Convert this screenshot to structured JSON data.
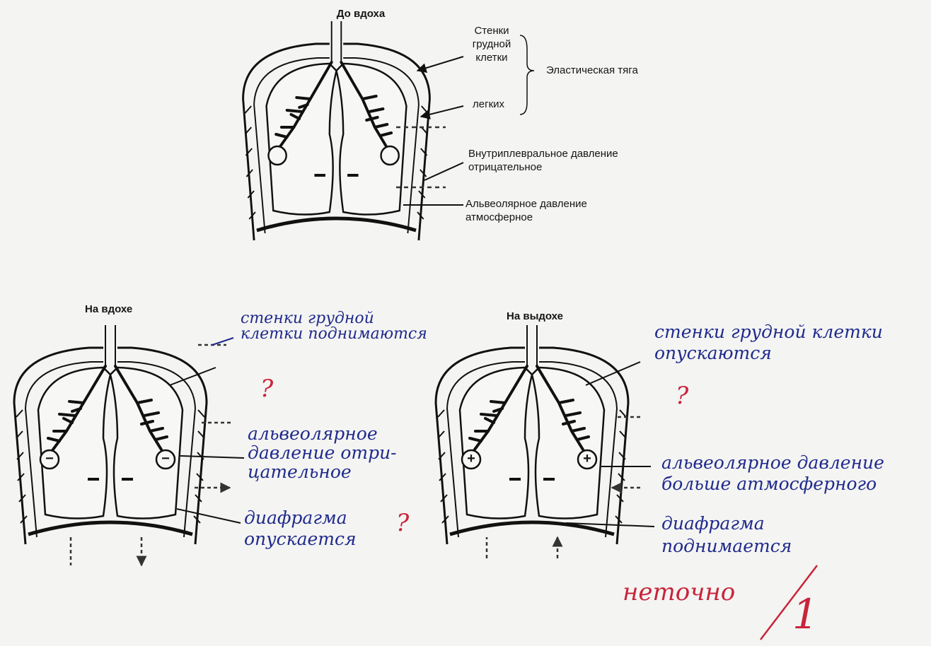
{
  "diagram_before": {
    "title": "До вдоха",
    "labels": {
      "chest_walls": "Стенки\nгрудной\nклетки",
      "elastic_recoil": "Эластическая тяга",
      "lungs": "легких",
      "intrapleural": "Внутриплевральное давление\nотрицательное",
      "alveolar": "Альвеолярное давление\nатмосферное"
    },
    "alveoli_signs": [
      "",
      ""
    ]
  },
  "diagram_inhale": {
    "title": "На вдохе",
    "alveoli_signs": [
      "−",
      "−"
    ]
  },
  "diagram_exhale": {
    "title": "На выдохе",
    "alveoli_signs": [
      "+",
      "+"
    ]
  },
  "handwritten": {
    "inhale_chest": "стенки грудной\nклетки поднимаются",
    "inhale_alveolar": "альвеолярное\nдавление отри-\nцательное",
    "inhale_diaphragm": "диафрагма\nопускается",
    "exhale_chest": "стенки грудной клетки\nопускаются",
    "exhale_alveolar": "альвеолярное давление\nбольше атмосферного",
    "exhale_diaphragm": "диафрагма\nподнимается",
    "question_marks": [
      "?",
      "?",
      "?"
    ],
    "grader_comment": "неточно",
    "grade": "1"
  },
  "colors": {
    "ink_blue": "#1f2a8c",
    "ink_red": "#c8243a",
    "print": "#151515",
    "paper": "#f4f4f2"
  }
}
